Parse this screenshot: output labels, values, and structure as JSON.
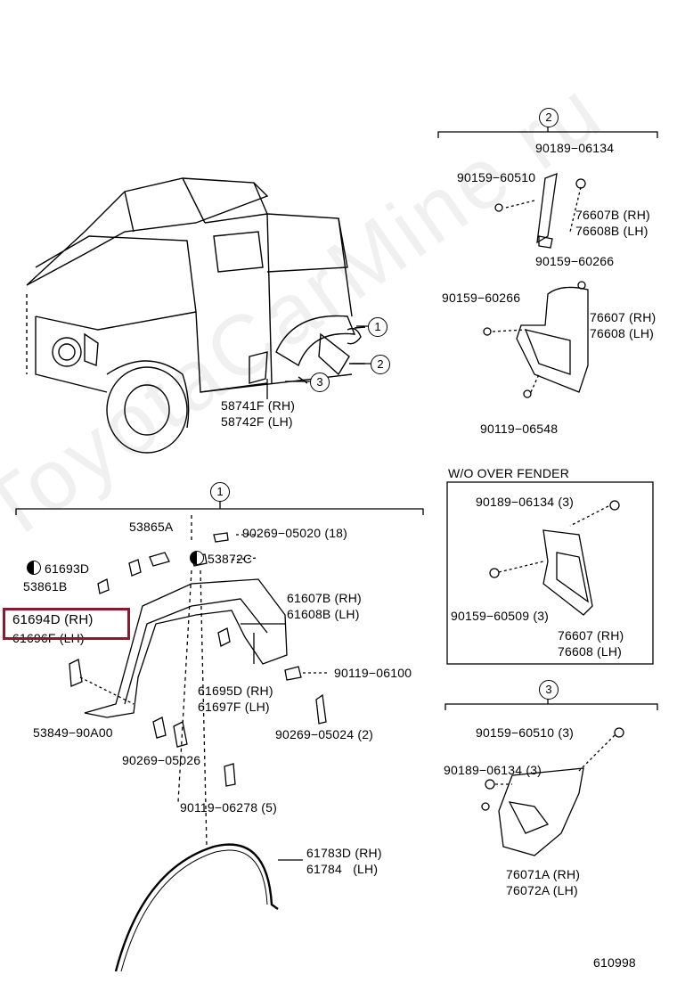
{
  "watermark": "ToyotaCarMine.ru",
  "callouts": {
    "c1": "1",
    "c2": "2",
    "c3": "3"
  },
  "sections": {
    "section_1_title": "1",
    "section_2_title": "2",
    "section_3_title": "3",
    "wo_over_fender": "W/O OVER FENDER"
  },
  "parts": {
    "p58741": "58741F (RH)\n58742F (LH)",
    "p90189_top": "90189−06134",
    "p90159_60510_top": "90159−60510",
    "p76607B": "76607B (RH)\n76608B (LH)",
    "p90159_60266_a": "90159−60266",
    "p90159_60266_b": "90159−60266",
    "p76607": "76607 (RH)\n76608 (LH)",
    "p90119_06548": "90119−06548",
    "p53865A": "53865A",
    "p90269_05020": "90269−05020 (18)",
    "p61693D": "61693D",
    "p53872C": "53872C",
    "p53861B": "53861B",
    "p61607B": "61607B (RH)\n61608B (LH)",
    "p61694D": "61694D (RH)",
    "p61696F": "61696F (LH)",
    "p90119_06100": "90119−06100",
    "p61695D": "61695D (RH)\n61697F (LH)",
    "p90269_05024": "90269−05024 (2)",
    "p53849": "53849−90A00",
    "p90269_05026": "90269−05026",
    "p90119_06278": "90119−06278 (5)",
    "p61783D": "61783D (RH)\n61784   (LH)",
    "p_wo_90189": "90189−06134 (3)",
    "p_wo_90159": "90159−60509 (3)",
    "p_wo_76607": "76607 (RH)\n76608 (LH)",
    "p3_90159": "90159−60510 (3)",
    "p3_90189": "90189−06134 (3)",
    "p3_76071A": "76071A (RH)\n76072A (LH)",
    "diagram_no": "610998"
  },
  "highlight_color": "#8b1a2e"
}
